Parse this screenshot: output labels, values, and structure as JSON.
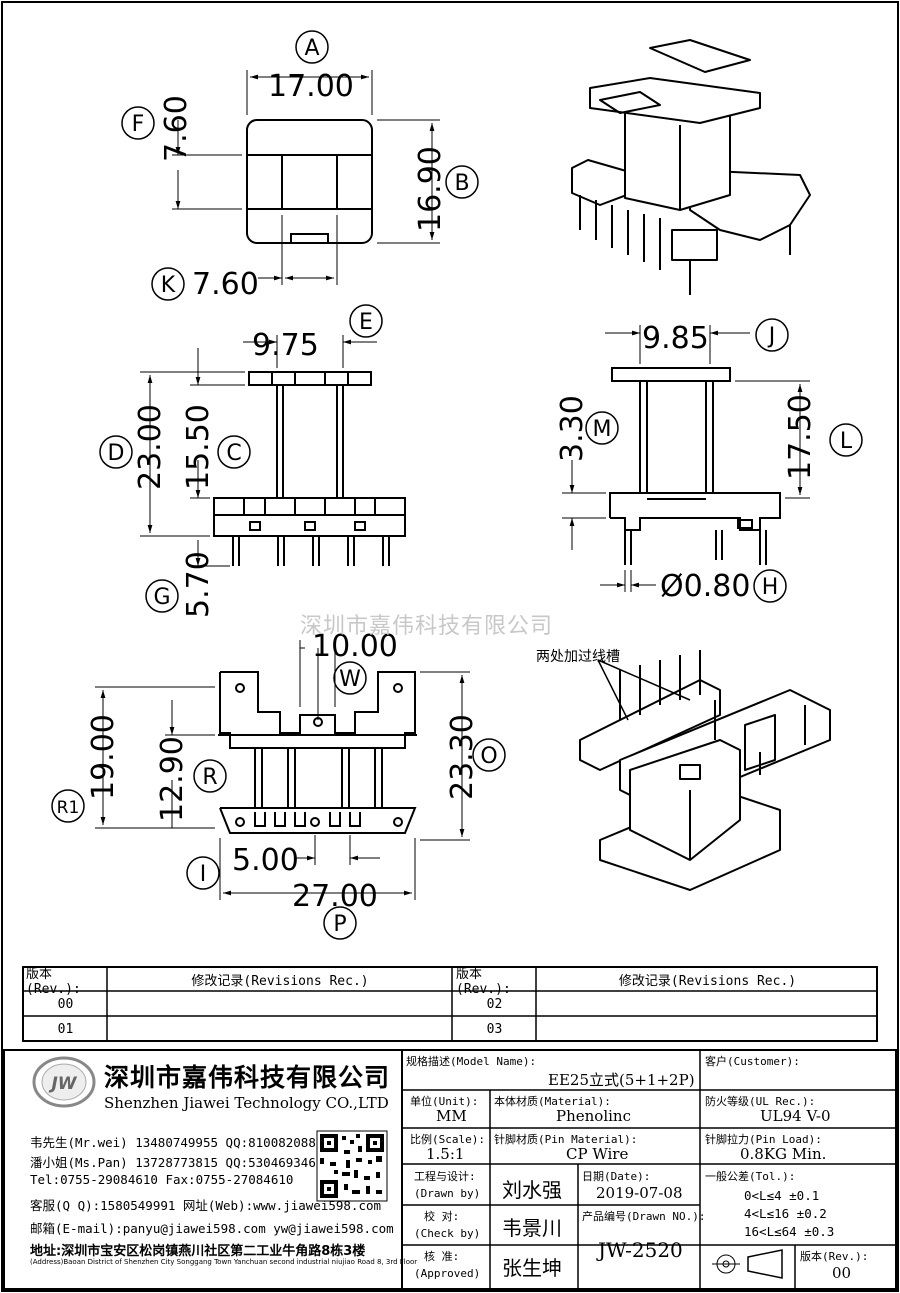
{
  "watermark": "深圳市嘉伟科技有限公司",
  "slot_note": "两处加过线槽",
  "dims": {
    "A": "17.00",
    "F": "7.60",
    "B": "16.90",
    "K": "7.60",
    "E": "9.75",
    "D": "23.00",
    "C": "15.50",
    "G": "5.70",
    "J": "9.85",
    "M": "3.30",
    "L": "17.50",
    "H": "Ø0.80",
    "W": "10.00",
    "R1": "19.00",
    "R": "12.90",
    "O": "23.30",
    "I": "5.00",
    "P": "27.00"
  },
  "letters": [
    "A",
    "B",
    "C",
    "D",
    "E",
    "F",
    "G",
    "H",
    "I",
    "J",
    "K",
    "L",
    "M",
    "O",
    "P",
    "R",
    "R1",
    "W"
  ],
  "revisions": {
    "rev_header": "版本(Rev.):",
    "rec_header": "修改记录(Revisions Rec.)",
    "rows_left": [
      "00",
      "01"
    ],
    "rows_right": [
      "02",
      "03"
    ]
  },
  "company": {
    "name_cn": "深圳市嘉伟科技有限公司",
    "name_en": "Shenzhen Jiawei Technology CO.,LTD",
    "logo_text": "JW",
    "contacts": [
      "韦先生(Mr.wei) 13480749955 QQ:810082088",
      "潘小姐(Ms.Pan) 13728773815 QQ:530469346",
      "Tel:0755-29084610      Fax:0755-27084610",
      "客服(Q Q):1580549991   网址(Web):www.jiawei598.com",
      "邮箱(E-mail):panyu@jiawei598.com  yw@jiawei598.com"
    ],
    "address": "地址:深圳市宝安区松岗镇燕川社区第二工业牛角路8栋3楼",
    "address_en": "(Address)Baoan District of Shenzhen City Songgang Town Yanchuan  second industrial niujiao Road 8, 3rd Floor"
  },
  "title_block": {
    "model_label": "规格描述(Model Name):",
    "model_value": "EE25立式(5+1+2P)",
    "customer_label": "客户(Customer):",
    "unit_label": "单位(Unit):",
    "unit_value": "MM",
    "material_label": "本体材质(Material):",
    "material_value": "Phenolinc",
    "ul_label": "防火等级(UL Rec.):",
    "ul_value": "UL94 V-0",
    "scale_label": "比例(Scale):",
    "scale_value": "1.5:1",
    "pin_label": "针脚材质(Pin Material):",
    "pin_value": "CP Wire",
    "load_label": "针脚拉力(Pin Load):",
    "load_value": "0.8KG Min.",
    "drawn_label": "工程与设计:",
    "drawn_label_en": "(Drawn by)",
    "drawn_value": "刘水强",
    "date_label": "日期(Date):",
    "date_value": "2019-07-08",
    "check_label": "校  对:",
    "check_label_en": "(Check by)",
    "check_value": "韦景川",
    "drawn_no_label": "产品编号(Drawn NO.):",
    "drawn_no_value": "JW-2520",
    "approve_label": "核  准:",
    "approve_label_en": "(Approved)",
    "approve_value": "张生坤",
    "tol_label": "一般公差(Tol.):",
    "tol_rows": [
      "0<L≤4     ±0.1",
      "4<L≤16    ±0.2",
      "16<L≤64   ±0.3"
    ],
    "rev_label": "版本(Rev.):",
    "rev_value": "00"
  }
}
